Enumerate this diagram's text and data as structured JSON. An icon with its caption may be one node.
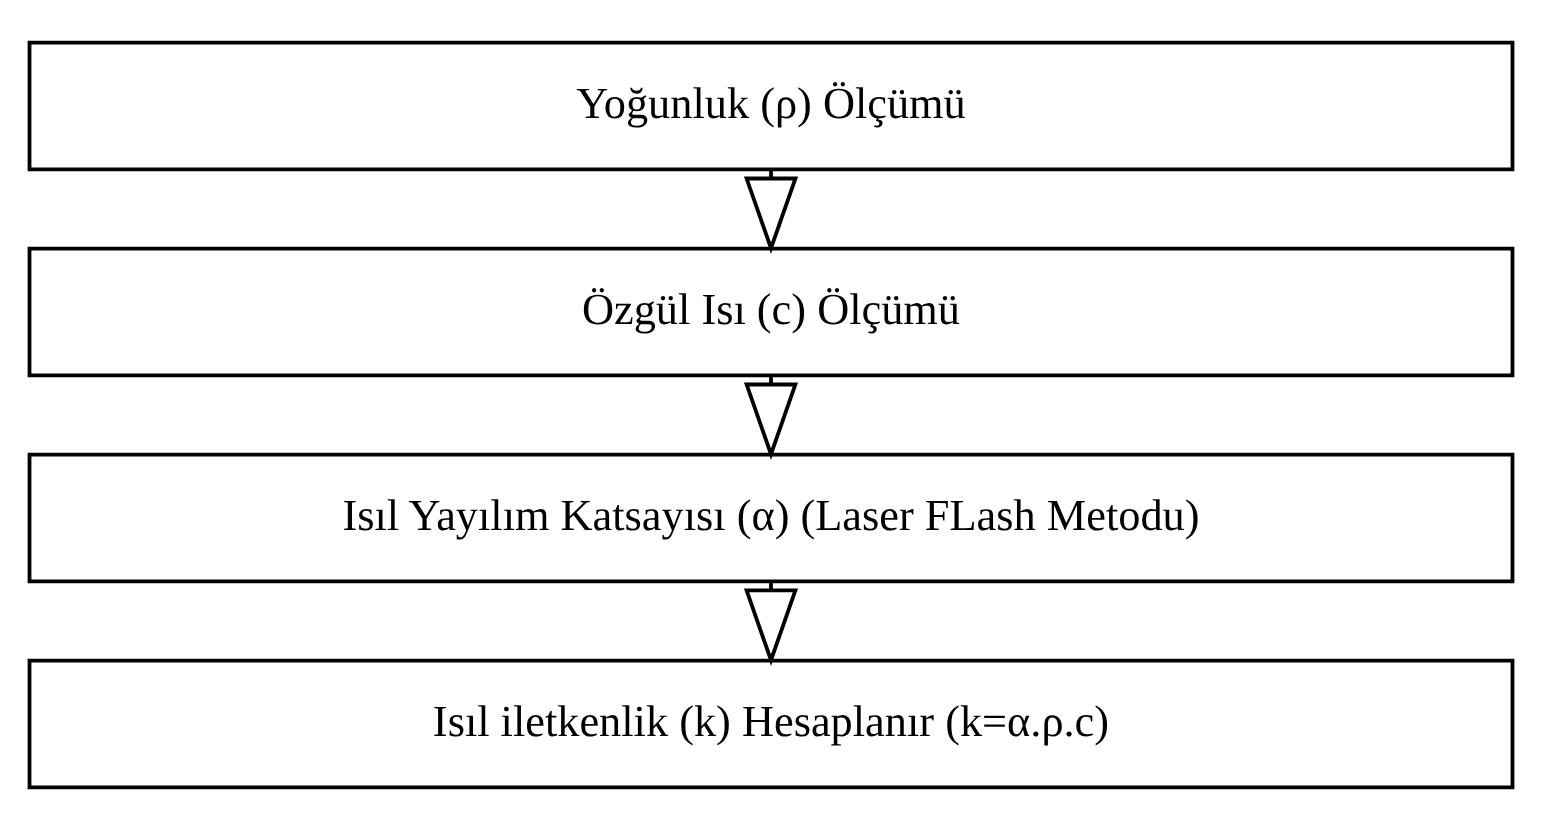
{
  "diagram": {
    "nodes": [
      {
        "text": [
          "Yoğunluk (ρ) Ölçümü"
        ]
      },
      {
        "text": [
          "Özgül Isı (c) Ölçümü"
        ]
      },
      {
        "text": [
          "Isıl Yayılım Katsayısı (α) (Laser FLash Metodu)"
        ]
      },
      {
        "text": [
          "Isıl iletkenlik (k) Hesaplanır (k=α.ρ.c)"
        ]
      }
    ],
    "edges": [
      {
        "from": 0,
        "to": 1,
        "arrow": "to"
      },
      {
        "from": 1,
        "to": 2,
        "arrow": "to"
      },
      {
        "from": 2,
        "to": 3,
        "arrow": "to"
      }
    ]
  }
}
